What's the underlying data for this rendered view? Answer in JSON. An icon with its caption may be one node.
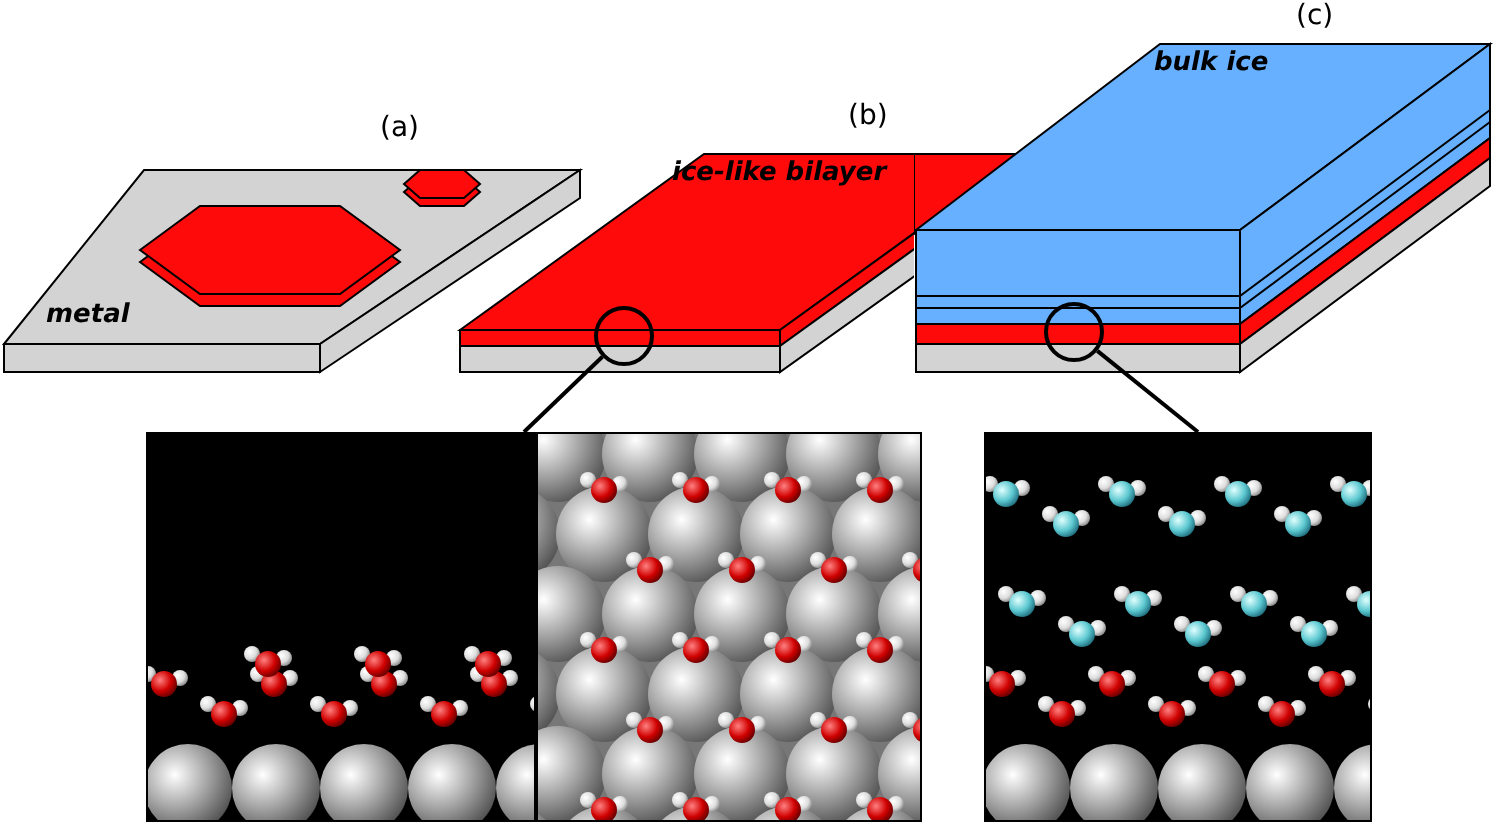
{
  "diagram": {
    "nodes": [
      {
        "text": [
          "metal"
        ],
        "beside": [
          "(a)"
        ]
      },
      {
        "text": [
          "ice-like bilayer"
        ],
        "beside": [
          "(b)"
        ]
      },
      {
        "text": [
          "bulk ice"
        ],
        "beside": [
          "(c)"
        ]
      },
      {
        "text": [],
        "shape": "circle"
      },
      {
        "text": [],
        "shape": "circle"
      },
      {
        "text": [],
        "shape": "picture"
      },
      {
        "text": [],
        "shape": "picture"
      },
      {
        "text": [],
        "shape": "picture"
      }
    ],
    "edges": [
      {
        "from": 3,
        "to": 5,
        "arrow": "none"
      },
      {
        "from": 4,
        "to": 7,
        "arrow": "none"
      }
    ]
  }
}
